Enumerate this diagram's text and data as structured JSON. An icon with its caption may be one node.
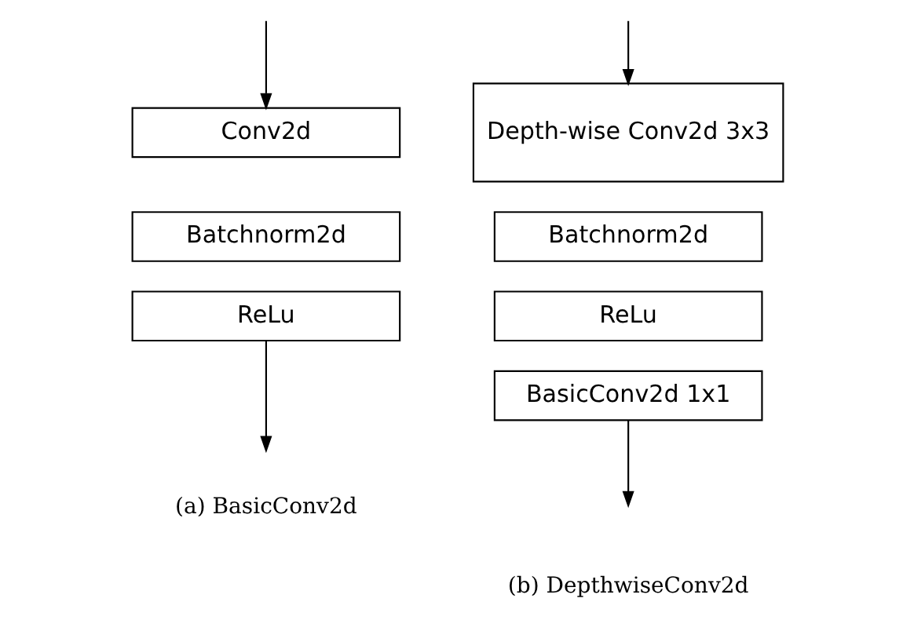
{
  "diagram": {
    "nodes": [
      {
        "text": [
          "Conv2d"
        ]
      },
      {
        "text": [
          "Batchnorm2d"
        ]
      },
      {
        "text": [
          "ReLu"
        ]
      },
      {
        "text": [
          "Depth-wise Conv2d 3x3"
        ]
      },
      {
        "text": [
          "Batchnorm2d"
        ]
      },
      {
        "text": [
          "ReLu"
        ]
      },
      {
        "text": [
          "BasicConv2d 1x1"
        ]
      }
    ],
    "edges": [
      {
        "from": null,
        "to": 0,
        "arrow": "to"
      },
      {
        "from": 2,
        "to": null,
        "arrow": "to"
      },
      {
        "from": null,
        "to": 3,
        "arrow": "to"
      },
      {
        "from": 6,
        "to": null,
        "arrow": "to"
      }
    ],
    "labels": [
      "(a) BasicConv2d",
      "(b) DepthwiseConv2d"
    ]
  }
}
